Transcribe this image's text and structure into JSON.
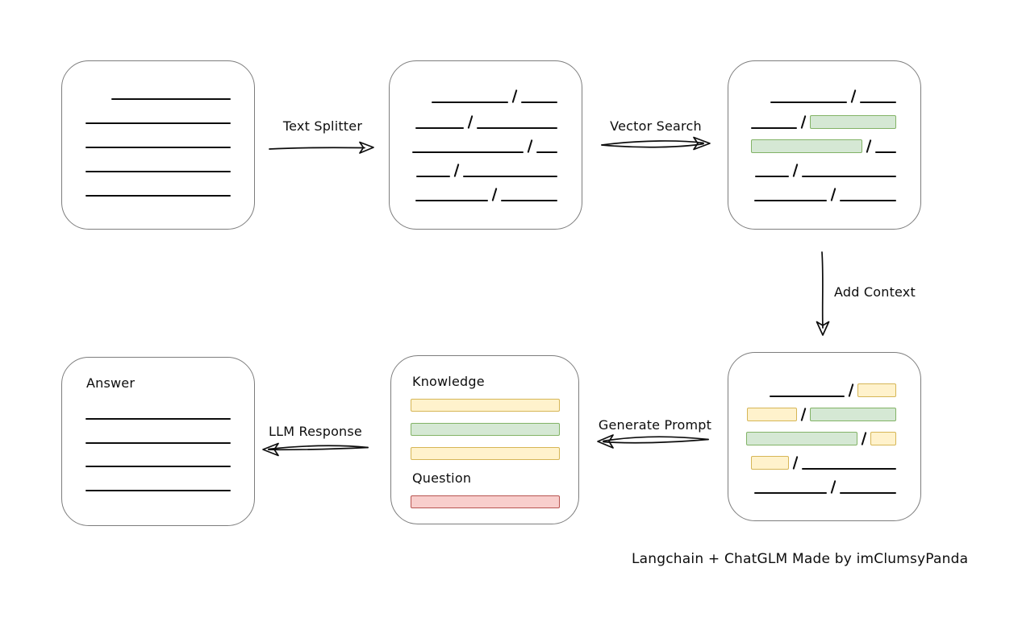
{
  "colors": {
    "green-fill": "#d5e8d4",
    "green-stroke": "#82b366",
    "yellow-fill": "#fff2cc",
    "yellow-stroke": "#d6b656",
    "red-fill": "#f8cecc",
    "red-stroke": "#b85450",
    "box-stroke": "#7d7d7d",
    "ink": "#0d0d0d"
  },
  "diagram": {
    "caption": "Langchain + ChatGLM Made by imClumsyPanda",
    "arrows": {
      "text_splitter": "Text Splitter",
      "vector_search": "Vector Search",
      "add_context": "Add Context",
      "generate_prompt": "Generate Prompt",
      "llm_response": "LLM Response"
    },
    "prompt_box": {
      "knowledge_label": "Knowledge",
      "question_label": "Question"
    },
    "answer_box": {
      "label": "Answer"
    }
  }
}
